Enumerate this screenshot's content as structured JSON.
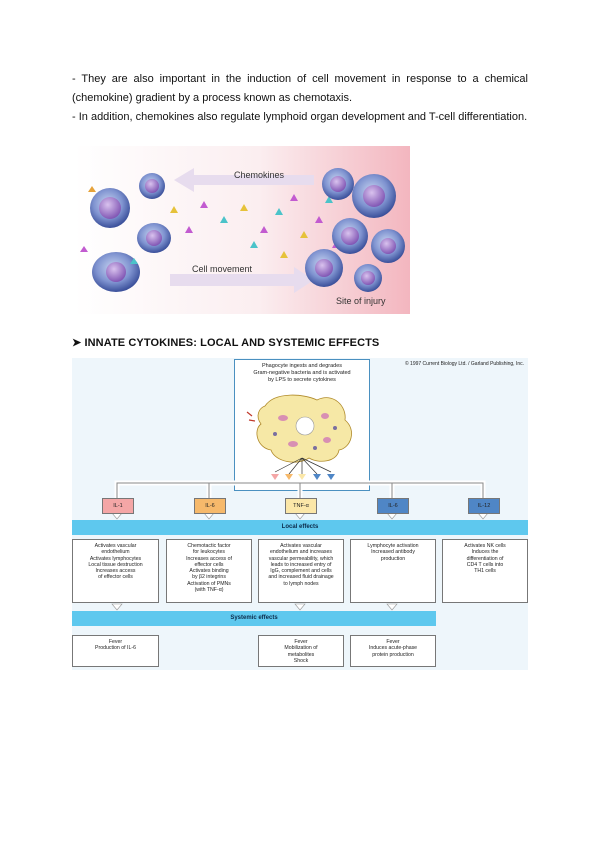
{
  "paragraphs": [
    "- They are also important in the induction of cell movement in response to a chemical (chemokine) gradient by a process known as chemotaxis.",
    "- In addition, chemokines also regulate lymphoid organ development and T-cell differentiation."
  ],
  "figure1": {
    "label_chemokines": "Chemokines",
    "label_cell_movement": "Cell movement",
    "label_site_of_injury": "Site of injury"
  },
  "section_heading": "➤ INNATE CYTOKINES: LOCAL AND SYSTEMIC EFFECTS",
  "figure2": {
    "copyright": "© 1997 Current Biology Ltd. / Garland Publishing, Inc.",
    "top_box_lines": [
      "Phagocyte ingests and degrades",
      "Gram-negative bacteria and is activated",
      "by LPS to secrete cytokines"
    ],
    "cytokines": [
      "IL-1",
      "IL-6",
      "TNF-α",
      "IL-6",
      "IL-12"
    ],
    "local_effects_label": "Local effects",
    "systemic_effects_label": "Systemic effects",
    "local_effects": [
      [
        "Activates vascular",
        "endothelium",
        "Activates lymphocytes",
        "Local tissue destruction",
        "Increases access",
        "of effector cells"
      ],
      [
        "Chemotactic factor",
        "for leukocytes",
        "Increases access of",
        "effector cells",
        "Activates binding",
        "by β2 integrins",
        "Activation of PMNs",
        "(with TNF-α)"
      ],
      [
        "Activates vascular",
        "endothelium and increases",
        "vascular permeability, which",
        "leads to increased entry of",
        "IgG, complement and cells",
        "and increased fluid drainage",
        "to lymph nodes"
      ],
      [
        "Lymphocyte activation",
        "Increased antibody",
        "production"
      ],
      [
        "Activates NK cells",
        "Induces the",
        "differentiation of",
        "CD4 T cells into",
        "TH1 cells"
      ]
    ],
    "systemic_effects": [
      [
        "Fever",
        "Production of IL-6"
      ],
      [],
      [
        "Fever",
        "Mobilization of",
        "metabolites",
        "Shock"
      ],
      [
        "Fever",
        "Induces acute-phase",
        "protein production"
      ]
    ],
    "colors": {
      "il1": "#f4a6a6",
      "il8": "#f6b96b",
      "tnf": "#fbe7a8",
      "il6": "#4f86c6",
      "il12": "#4f86c6",
      "band": "#5ec8ee",
      "background": "#eef6fb"
    }
  }
}
